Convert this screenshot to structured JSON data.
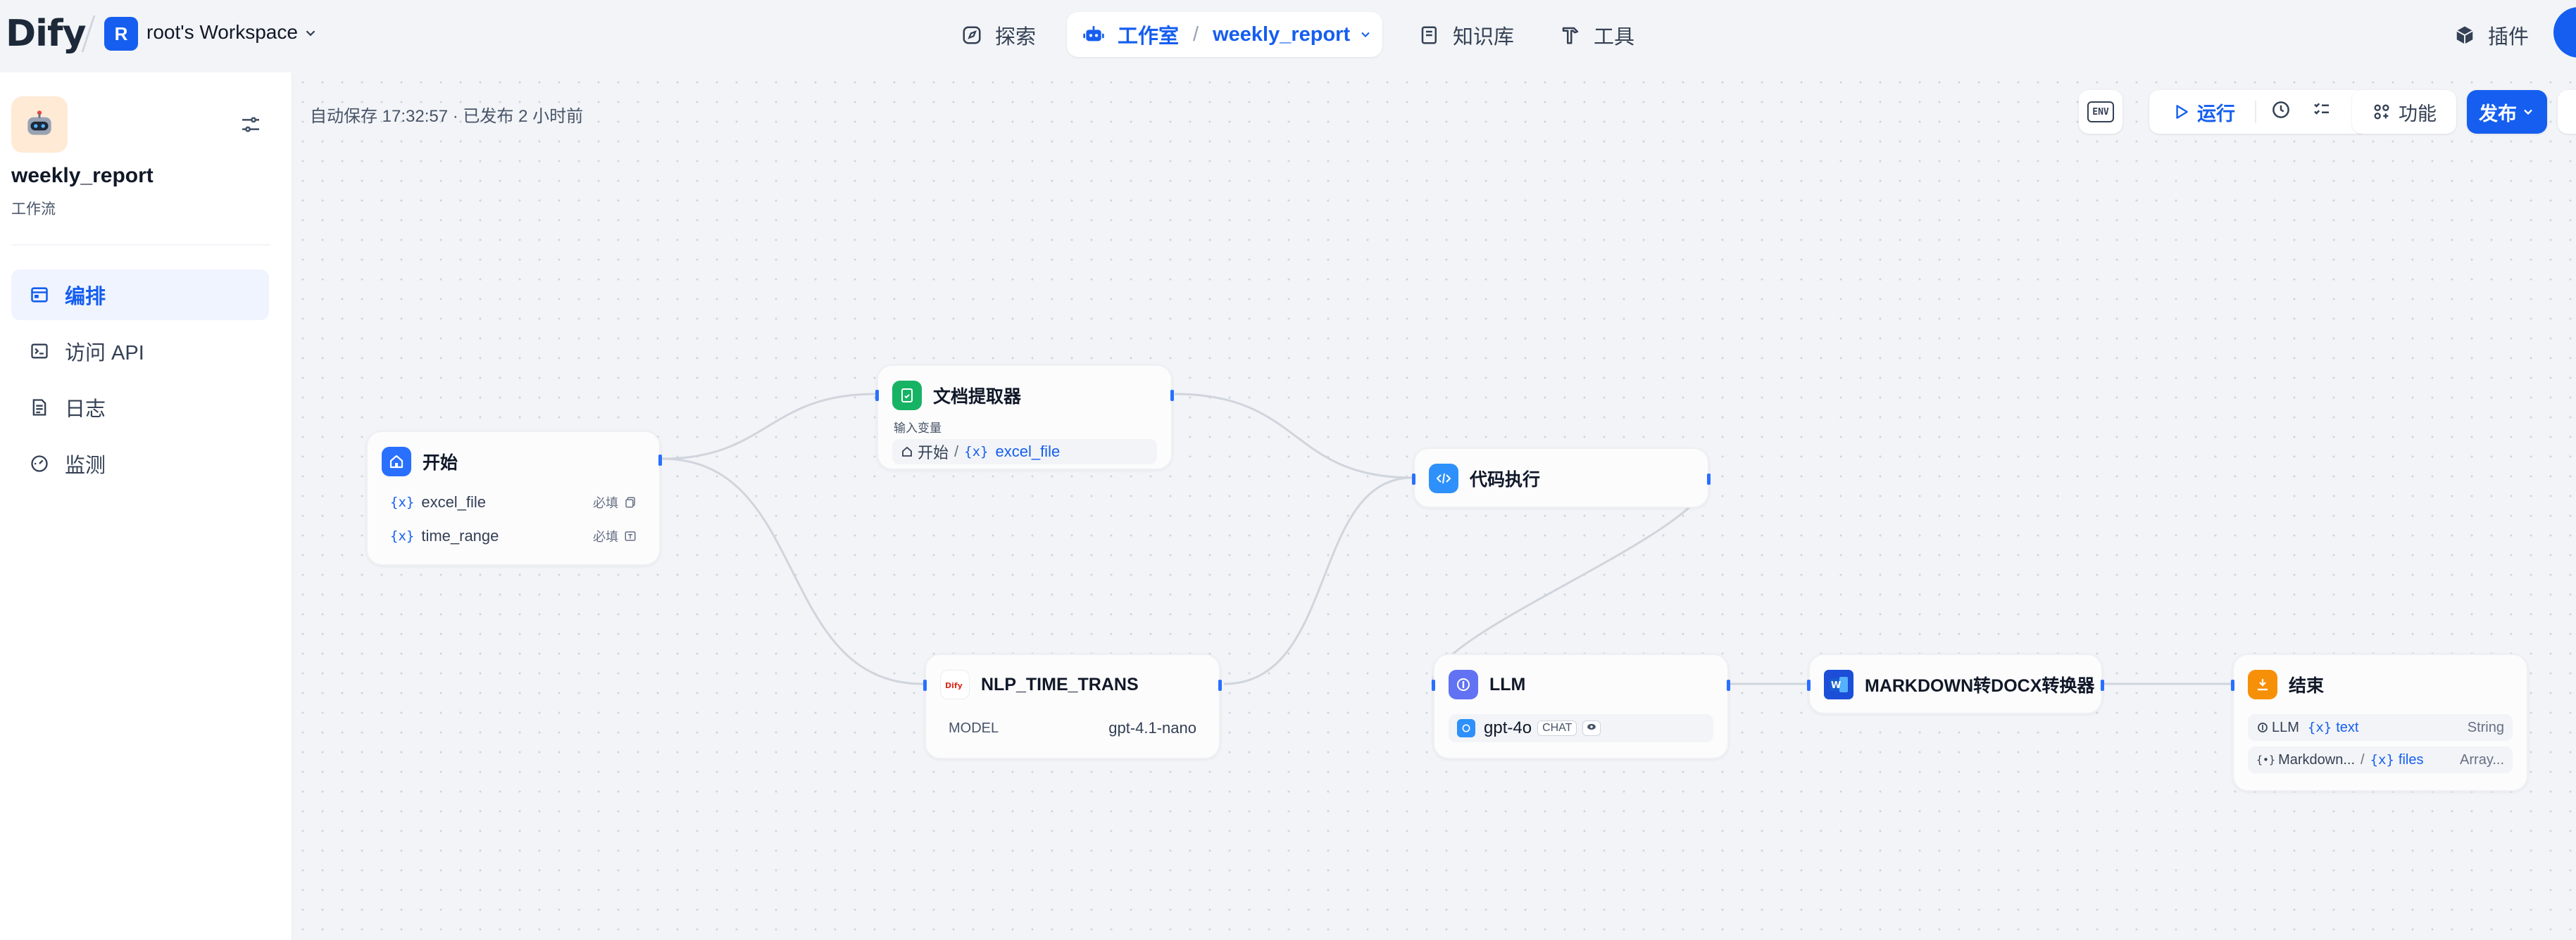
{
  "header": {
    "logo": "Dify",
    "workspace_initial": "R",
    "workspace_name": "root's Workspace",
    "nav": {
      "explore": "探索",
      "studio": "工作室",
      "current_app": "weekly_report",
      "knowledge": "知识库",
      "tools": "工具",
      "plugins": "插件"
    }
  },
  "sidebar": {
    "app_name": "weekly_report",
    "app_type": "工作流",
    "items": [
      {
        "label": "编排",
        "icon": "orchestrate-icon",
        "active": true
      },
      {
        "label": "访问 API",
        "icon": "terminal-icon",
        "active": false
      },
      {
        "label": "日志",
        "icon": "log-icon",
        "active": false
      },
      {
        "label": "监测",
        "icon": "monitor-icon",
        "active": false
      }
    ]
  },
  "toolbar": {
    "autosave": "自动保存 17:32:57 · 已发布 2 小时前",
    "env": "ENV",
    "run": "运行",
    "features": "功能",
    "publish": "发布"
  },
  "nodes": {
    "start": {
      "title": "开始",
      "vars": [
        {
          "name": "excel_file",
          "required": "必填",
          "icon": "file-list-icon"
        },
        {
          "name": "time_range",
          "required": "必填",
          "icon": "text-input-icon"
        }
      ]
    },
    "doc_extractor": {
      "title": "文档提取器",
      "input_label": "输入变量",
      "source_node": "开始",
      "source_var": "excel_file"
    },
    "code": {
      "title": "代码执行"
    },
    "nlp": {
      "title": "NLP_TIME_TRANS",
      "row_label": "MODEL",
      "row_value": "gpt-4.1-nano"
    },
    "llm": {
      "title": "LLM",
      "model": "gpt-4o",
      "mode": "CHAT"
    },
    "md2docx": {
      "title": "MARKDOWN转DOCX转换器"
    },
    "end": {
      "title": "结束",
      "outputs": [
        {
          "node": "LLM",
          "var": "text",
          "type": "String"
        },
        {
          "node": "Markdown...",
          "var": "files",
          "type": "Array..."
        }
      ]
    }
  },
  "colors": {
    "primary": "#155eef",
    "start_icon": "#2970ff",
    "doc_icon": "#16b364",
    "code_icon": "#2e90fa",
    "llm_icon": "#6172f3",
    "end_icon": "#f79009",
    "edge": "#d0d5dd"
  }
}
